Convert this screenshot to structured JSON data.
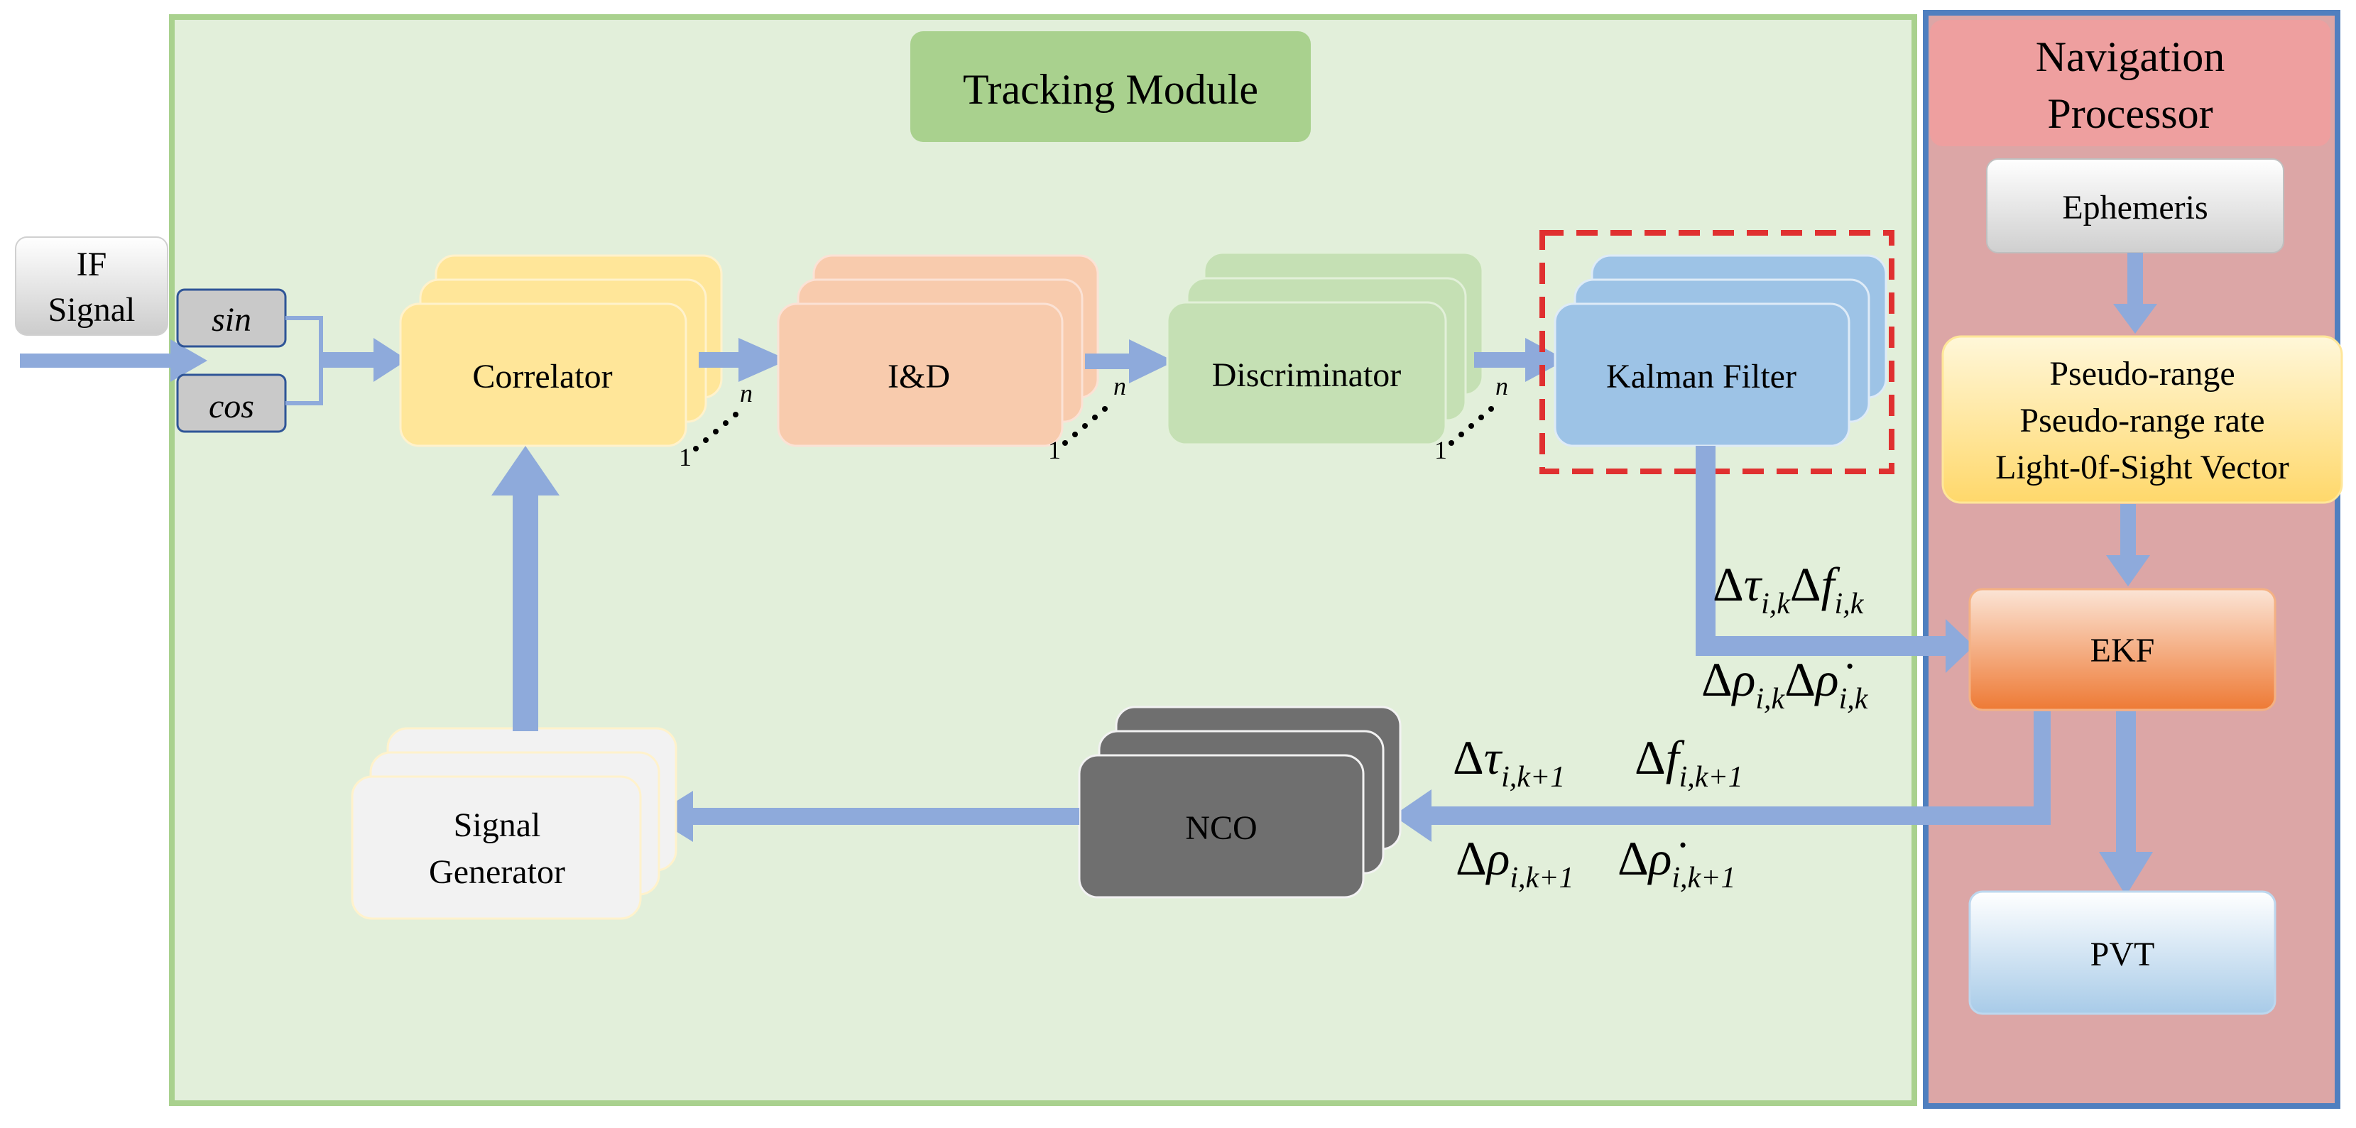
{
  "diagram": {
    "tracking_module": {
      "title": "Tracking Module"
    },
    "navigation_processor": {
      "title_line1": "Navigation",
      "title_line2": "Processor"
    },
    "input": {
      "line1": "IF",
      "line2": "Signal",
      "sin": "sin",
      "cos": "cos"
    },
    "blocks": {
      "correlator": "Correlator",
      "integrate_dump": "I&D",
      "discriminator": "Discriminator",
      "kalman_filter": "Kalman Filter",
      "nco": "NCO",
      "signal_generator_line1": "Signal",
      "signal_generator_line2": "Generator",
      "ephemeris": "Ephemeris",
      "measurements_line1": "Pseudo-range",
      "measurements_line2": "Pseudo-range rate",
      "measurements_line3": "Light-0f-Sight Vector",
      "ekf": "EKF",
      "pvt": "PVT"
    },
    "stack_index": {
      "one": "1",
      "n": "n"
    },
    "equations": {
      "delta": "Δ",
      "tau": "τ",
      "f": "f",
      "rho": "ρ",
      "rho_dot": "ρ̇",
      "sub_ik": "i,k",
      "sub_ik1": "i,k+1"
    },
    "colors": {
      "tracking_bg": "#e2efda",
      "tracking_border": "#a9d18e",
      "nav_bg": "#dca6a6",
      "nav_border": "#4f7fbf",
      "nav_title": "#ee9f9f",
      "arrow": "#8eaadb",
      "correlator": "#ffe699",
      "integrate_dump": "#f8cbad",
      "discriminator": "#c5e0b4",
      "kalman": "#9dc3e6",
      "nco": "#6f6f6f",
      "signal_generator": "#f2f2f2",
      "dashed_box": "#e03030"
    }
  }
}
